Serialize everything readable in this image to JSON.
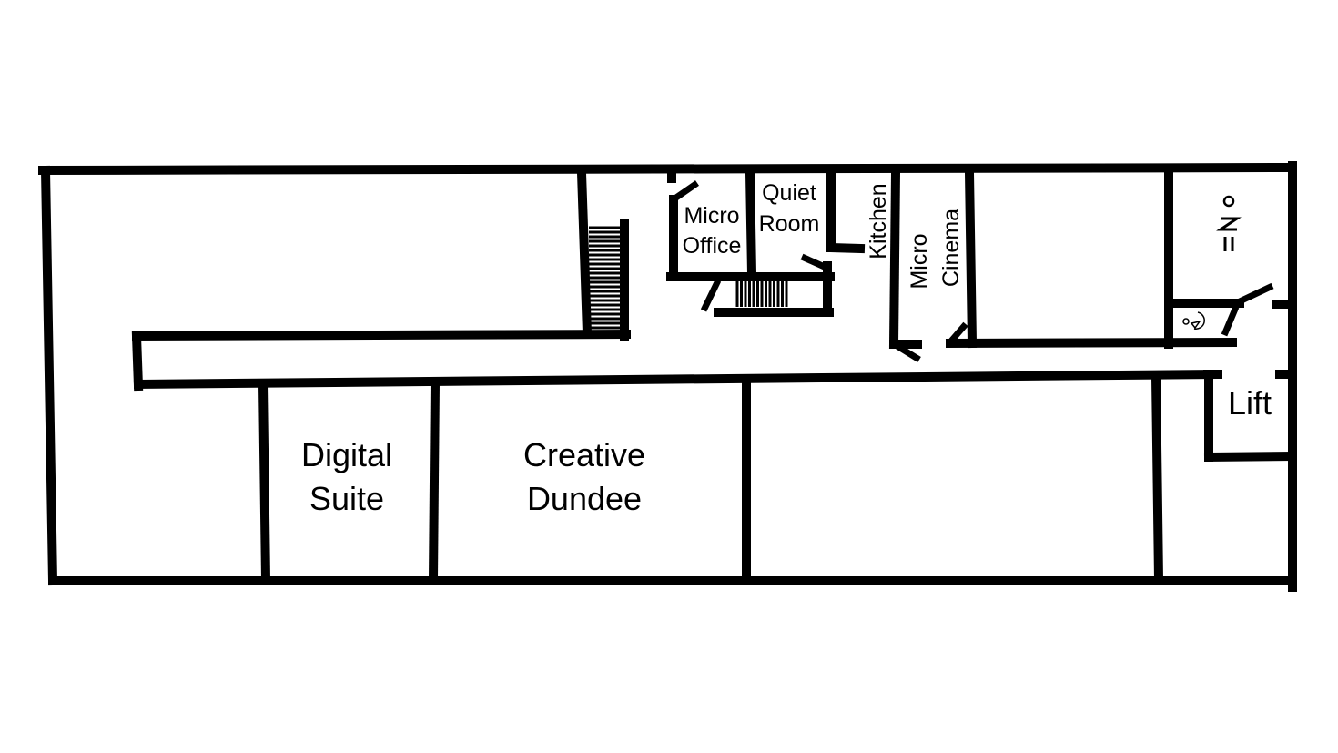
{
  "rooms": {
    "digital_suite": [
      "Digital",
      "Suite"
    ],
    "creative_dundee": [
      "Creative",
      "Dundee"
    ],
    "micro_office": [
      "Micro",
      "Office"
    ],
    "quiet_room": [
      "Quiet",
      "Room"
    ],
    "kitchen": "Kitchen",
    "micro_cinema": [
      "Micro",
      "Cinema"
    ],
    "lift": "Lift"
  },
  "icons": [
    "stairs-icon",
    "toilet-icon",
    "accessible-toilet-icon"
  ],
  "colors": {
    "wall": "#000000",
    "background": "#ffffff"
  }
}
